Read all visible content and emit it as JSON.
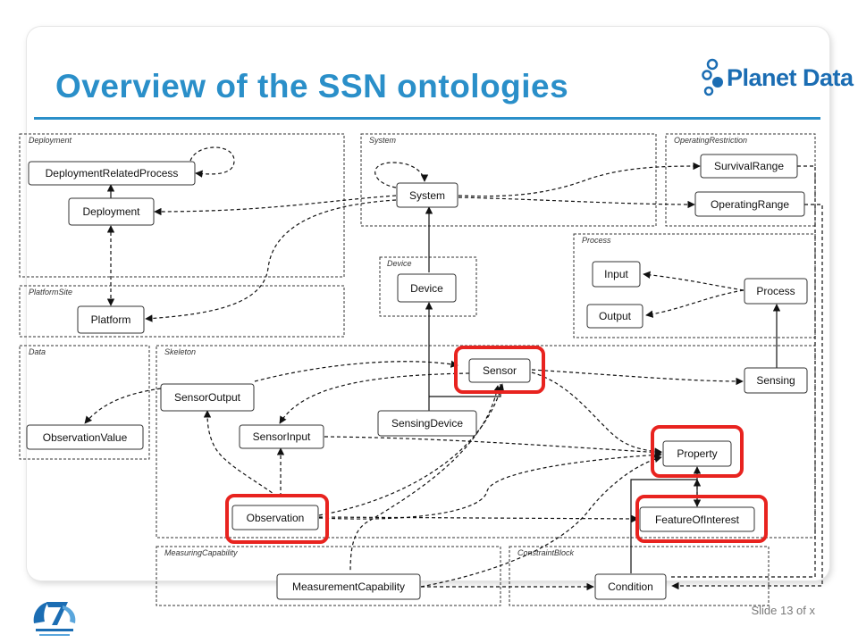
{
  "slide": {
    "title": "Overview of the SSN ontologies",
    "logo_text": "Planet Data",
    "footer": "Slide 13 of x"
  },
  "groups": {
    "deployment": "Deployment",
    "system": "System",
    "operating_restriction": "OperatingRestriction",
    "process": "Process",
    "device": "Device",
    "platform_site": "PlatformSite",
    "data": "Data",
    "skeleton": "Skeleton",
    "measuring_capability": "MeasuringCapability",
    "constraint_block": "ConstraintBlock"
  },
  "nodes": {
    "deployment_related_process": "DeploymentRelatedProcess",
    "deployment": "Deployment",
    "platform": "Platform",
    "system": "System",
    "survival_range": "SurvivalRange",
    "operating_range": "OperatingRange",
    "input": "Input",
    "output": "Output",
    "process": "Process",
    "device": "Device",
    "sensor": "Sensor",
    "sensing": "Sensing",
    "sensor_output": "SensorOutput",
    "sensing_device": "SensingDevice",
    "sensor_input": "SensorInput",
    "observation_value": "ObservationValue",
    "property": "Property",
    "observation": "Observation",
    "feature_of_interest": "FeatureOfInterest",
    "measurement_capability": "MeasurementCapability",
    "condition": "Condition"
  },
  "colors": {
    "title": "#2a8fc9",
    "highlight": "#e8231f",
    "logo": "#1b6db3"
  }
}
